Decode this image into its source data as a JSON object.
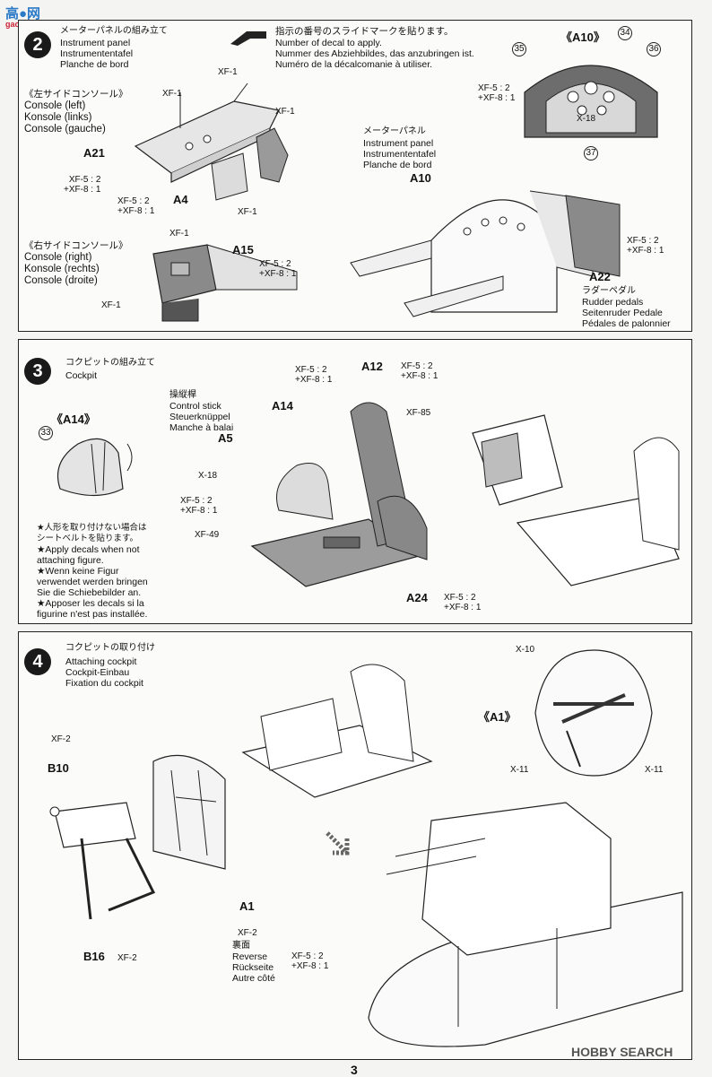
{
  "watermark": {
    "logo": "高●网",
    "site": "gao-shou.com"
  },
  "step2": {
    "number": "2",
    "title_jp": "メーターパネルの組み立て",
    "title_en": "Instrument panel",
    "title_de": "Instrumententafel",
    "title_fr": "Planche de bord",
    "decal_note": [
      "指示の番号のスライドマークを貼ります。",
      "Number of decal to apply.",
      "Nummer des Abziehbildes, das anzubringen ist.",
      "Numéro de la décalcomanie à utiliser."
    ],
    "left_console": [
      "《左サイドコンソール》",
      "Console (left)",
      "Konsole (links)",
      "Console (gauche)"
    ],
    "right_console": [
      "《右サイドコンソール》",
      "Console (right)",
      "Konsole (rechts)",
      "Console (droite)"
    ],
    "panel_label": [
      "メーターパネル",
      "Instrument panel",
      "Instrumententafel",
      "Planche de bord"
    ],
    "rudder": [
      "ラダーペダル",
      "Rudder pedals",
      "Seitenruder Pedale",
      "Pédales de palonnier"
    ],
    "a10_view": "《A10》",
    "decals": [
      "34",
      "35",
      "36",
      "37"
    ],
    "parts": {
      "a21": "A21",
      "a4": "A4",
      "a15": "A15",
      "a10": "A10",
      "a22": "A22"
    },
    "paints": {
      "xf1": "XF-1",
      "xf18": "X-18",
      "mix1": "XF-5 : 2",
      "mix2": "+XF-8 : 1"
    }
  },
  "step3": {
    "number": "3",
    "title_jp": "コクピットの組み立て",
    "title_en": "Cockpit",
    "stick": [
      "操縦桿",
      "Control stick",
      "Steuerknüppel",
      "Manche à balai"
    ],
    "a14_view": "《A14》",
    "decal": "33",
    "note": [
      "★人形を取り付けない場合は",
      "シートベルトを貼ります。",
      "★Apply decals when not",
      "attaching figure.",
      "★Wenn keine Figur",
      "verwendet werden bringen",
      "Sie die Schiebebilder an.",
      "★Apposer les decals si la",
      "figurine n'est pas installée."
    ],
    "parts": {
      "a12": "A12",
      "a14": "A14",
      "a5": "A5",
      "a24": "A24"
    },
    "paints": {
      "xf85": "XF-85",
      "x18": "X-18",
      "xf49": "XF-49",
      "mix1": "XF-5 : 2",
      "mix2": "+XF-8 : 1"
    }
  },
  "step4": {
    "number": "4",
    "title_jp": "コクピットの取り付け",
    "title_en": "Attaching cockpit",
    "title_de": "Cockpit-Einbau",
    "title_fr": "Fixation du cockpit",
    "a1_view": "《A1》",
    "reverse": [
      "裏面",
      "Reverse",
      "Rückseite",
      "Autre côté"
    ],
    "parts": {
      "b10": "B10",
      "b16": "B16",
      "a1": "A1"
    },
    "paints": {
      "xf2": "XF-2",
      "x10": "X-10",
      "x11": "X-11",
      "mix1": "XF-5 : 2",
      "mix2": "+XF-8 : 1"
    }
  },
  "page_number": "3",
  "footer_brand": "HOBBY SEARCH"
}
